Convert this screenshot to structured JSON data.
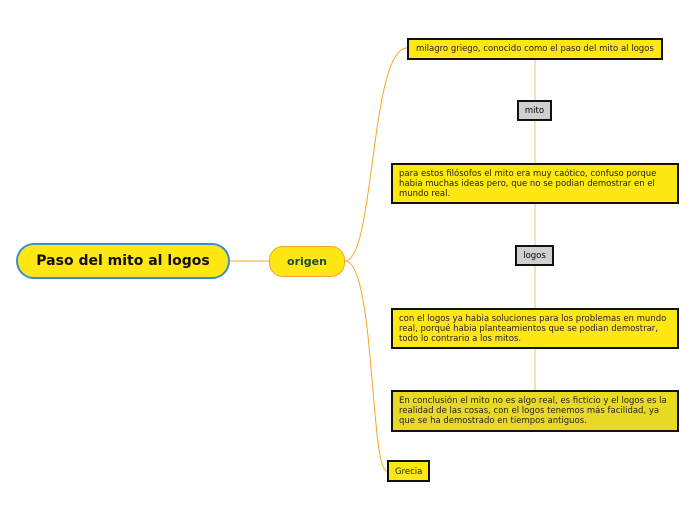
{
  "root": {
    "label": "Paso del mito al logos"
  },
  "main_topic": {
    "label": "origen"
  },
  "nodes": {
    "milagro": "milagro griego, conocido como el paso del mito al logos",
    "mito": "mito",
    "caotico": "para estos filósofos el mito era muy caótico, confuso porque habia muchas ideas pero, que no se podian demostrar en el mundo real.",
    "logos": "logos",
    "soluciones": "con el logos ya habia soluciones para los problemas en mundo real, porqué habia planteamientos que se podian demostrar, todo lo contrario a los mitos.",
    "conclusion": "En conclusión el mito no es algo real, es ficticio y el logos es la realidad de las cosas, con el logos tenemos más facilidad, ya que se ha demostrado en tiempos antiguos.",
    "grecia": "Grecia"
  },
  "colors": {
    "node_fill": "#ffe714",
    "root_border": "#3a8fd0",
    "link": "#f5a623",
    "label_fill": "#d0d0d0"
  }
}
